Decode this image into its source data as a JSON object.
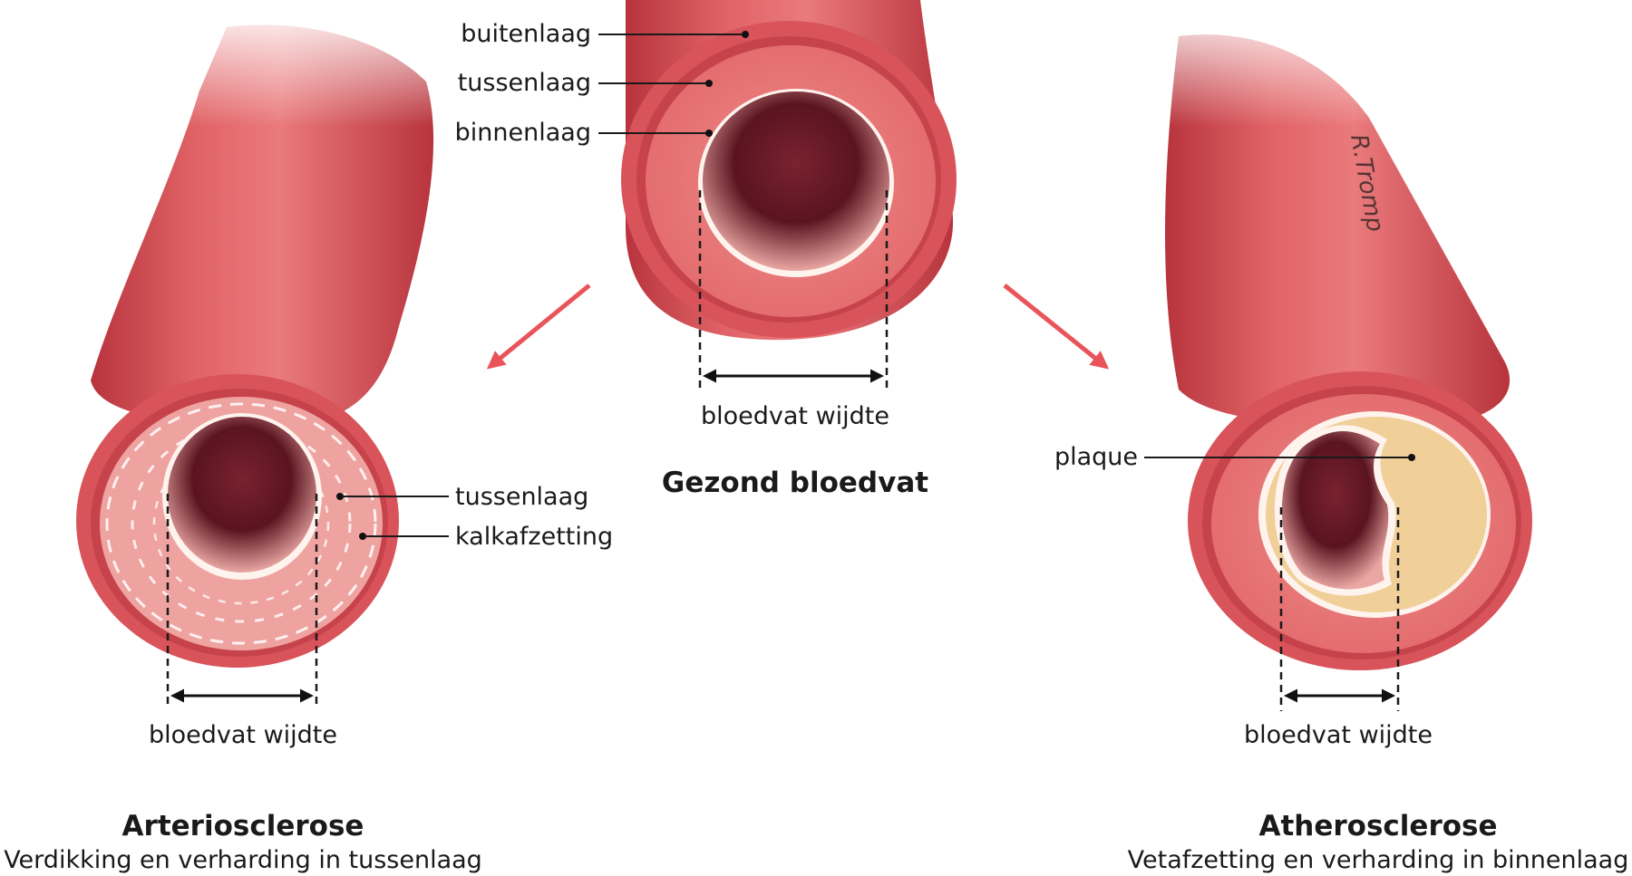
{
  "healthy": {
    "labels": {
      "outer_layer": "buitenlaag",
      "middle_layer": "tussenlaag",
      "inner_layer": "binnenlaag"
    },
    "width_label": "bloedvat wijdte",
    "title": "Gezond bloedvat"
  },
  "arteriosclerosis": {
    "labels": {
      "middle_layer": "tussenlaag",
      "calcification": "kalkafzetting"
    },
    "width_label": "bloedvat wijdte",
    "title": "Arteriosclerose",
    "subtitle": "Verdikking en verharding in tussenlaag"
  },
  "atherosclerosis": {
    "labels": {
      "plaque": "plaque"
    },
    "width_label": "bloedvat wijdte",
    "title": "Atherosclerose",
    "subtitle": "Vetafzetting en verharding in binnenlaag"
  },
  "colors": {
    "vessel": "#d9545a",
    "vessel_dark": "#b8343d",
    "wall": "#ec7b7b",
    "lumen": "#5a1420",
    "plaque": "#f0cf98",
    "arrow": "#e8545a"
  }
}
